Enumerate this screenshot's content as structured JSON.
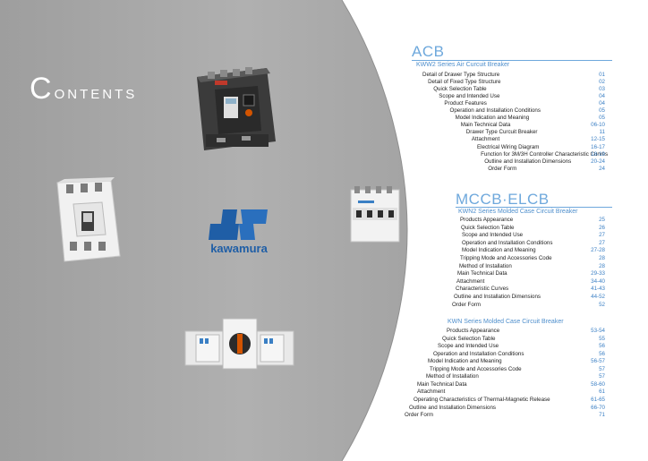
{
  "title": {
    "first_letter": "C",
    "rest": "ONTENTS"
  },
  "brand": {
    "name": "kawamura"
  },
  "colors": {
    "gray_bg": "#ababab",
    "accent": "#6ea8dc",
    "page_num": "#3a7fc4"
  },
  "sections": {
    "acb": {
      "heading": "ACB",
      "subheading": "KWW2 Series Air Curcuit Breaker",
      "items": [
        {
          "label": "Detail of Drawer Type Structure",
          "page": "01",
          "level": 0
        },
        {
          "label": "Detail of Fixed Type  Structure",
          "page": "02",
          "level": 1
        },
        {
          "label": "Quick Selection Table",
          "page": "03",
          "level": 2
        },
        {
          "label": "Scope and Intended Use",
          "page": "04",
          "level": 3
        },
        {
          "label": "Product Features",
          "page": "04",
          "level": 4
        },
        {
          "label": "Operation and Installation Conditions",
          "page": "05",
          "level": 5
        },
        {
          "label": "Model Indication and Meaning",
          "page": "05",
          "level": 6
        },
        {
          "label": "Main Technical Data",
          "page": "06-10",
          "level": 7
        },
        {
          "label": "Drawer Type Curcuit Breaker",
          "page": "11",
          "level": 8
        },
        {
          "label": "Attachment",
          "page": "12-15",
          "level": 9
        },
        {
          "label": "Electrical Wiring Diagram",
          "page": "16-17",
          "level": 10
        },
        {
          "label": "Function for 3M/3H Controller Characteristic Curves",
          "page": "18-19",
          "level": 11
        },
        {
          "label": "Outline and Installation Dimensions",
          "page": "20-24",
          "level": 12
        },
        {
          "label": "Order Form",
          "page": "24",
          "level": 13
        }
      ]
    },
    "mccb": {
      "heading": "MCCB·ELCB",
      "subheading": "KWN2 Series Molded Case Circuit Breaker",
      "items": [
        {
          "label": "Products Appearance",
          "page": "25"
        },
        {
          "label": "Quick Selection Table",
          "page": "26"
        },
        {
          "label": "Scope and Intended Use",
          "page": "27"
        },
        {
          "label": "Operation and Installation Conditions",
          "page": "27"
        },
        {
          "label": "Model Indication and Meaning",
          "page": "27-28"
        },
        {
          "label": "Tripping Mode and Accessories Code",
          "page": "28"
        },
        {
          "label": "Method of Installation",
          "page": "28"
        },
        {
          "label": "Main Technical Data",
          "page": "29-33"
        },
        {
          "label": "Attachment",
          "page": "34-40"
        },
        {
          "label": "Characteristic Curves",
          "page": "41-43"
        },
        {
          "label": "Outline and Installation Dimensions",
          "page": "44-52"
        },
        {
          "label": "Order Form",
          "page": "52"
        }
      ]
    },
    "kwn": {
      "subheading": "KWN Series Molded Case Circuit Breaker",
      "items": [
        {
          "label": "Products Appearance",
          "page": "53-54"
        },
        {
          "label": "Quick Selection Table",
          "page": "55"
        },
        {
          "label": "Scope and Intended Use",
          "page": "56"
        },
        {
          "label": "Operation and Installation Conditions",
          "page": "56"
        },
        {
          "label": "Model Indication and Meaning",
          "page": "56-57"
        },
        {
          "label": "Tripping Mode and Accessories Code",
          "page": "57"
        },
        {
          "label": "Method of Installation",
          "page": "57"
        },
        {
          "label": "Main Technical Data",
          "page": "58-60"
        },
        {
          "label": "Attachment",
          "page": "61"
        },
        {
          "label": "Operating Characteristics of Thermal-Magnetic Release",
          "page": "61-65"
        },
        {
          "label": "Outline and Installation Dimensions",
          "page": "66-70"
        },
        {
          "label": "Order Form",
          "page": "71"
        }
      ]
    }
  }
}
